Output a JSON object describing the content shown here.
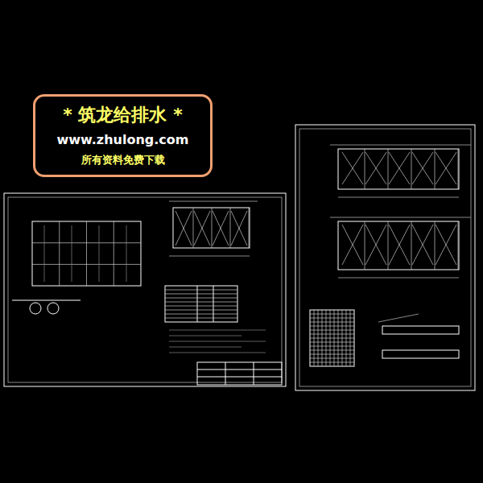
{
  "diagram": {
    "nodes": [
      {
        "text": [
          "* 筑龙给排水 *",
          "www.zhulong.com",
          "所有资料免费下载"
        ]
      }
    ]
  }
}
